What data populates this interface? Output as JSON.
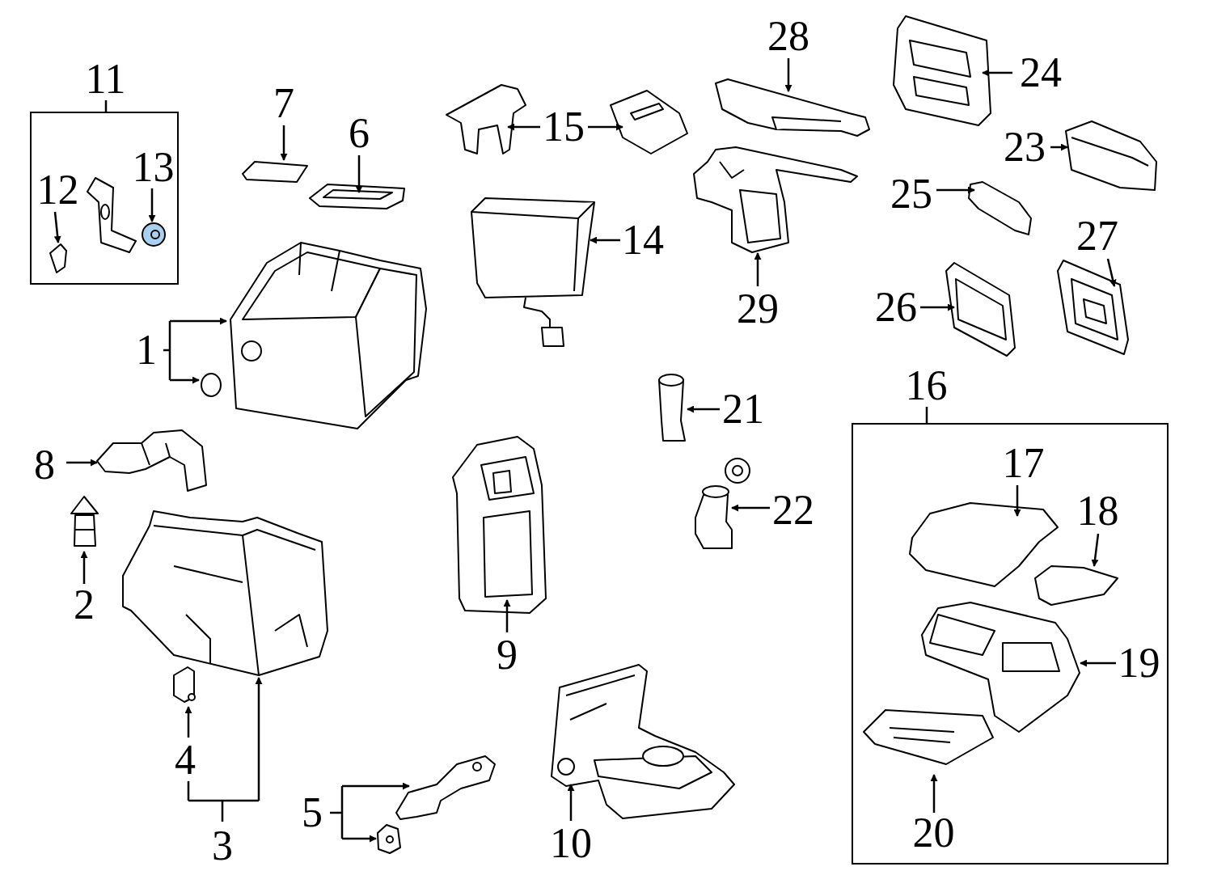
{
  "diagram": {
    "nodes": [
      {
        "text": [
          "11",
          "12",
          "13"
        ]
      },
      {
        "text": [
          "16",
          "17",
          "18",
          "19",
          "20"
        ]
      }
    ],
    "labels": [
      "1",
      "2",
      "3",
      "4",
      "5",
      "6",
      "7",
      "8",
      "9",
      "10",
      "14",
      "15",
      "21",
      "22",
      "23",
      "24",
      "25",
      "26",
      "27",
      "28",
      "29"
    ]
  }
}
